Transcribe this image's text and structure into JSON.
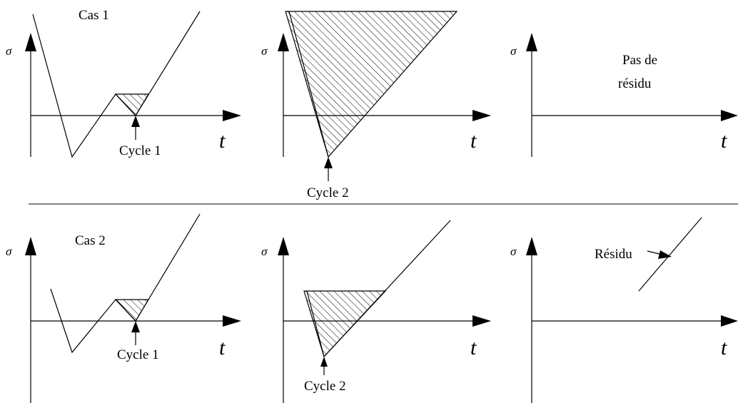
{
  "row1": {
    "case_label": "Cas 1",
    "panel1": {
      "cycle_label": "Cycle 1",
      "x_axis": "t",
      "y_axis": "σ"
    },
    "panel2": {
      "cycle_label": "Cycle 2",
      "x_axis": "t",
      "y_axis": "σ"
    },
    "panel3": {
      "note_line1": "Pas de",
      "note_line2": "résidu",
      "x_axis": "t",
      "y_axis": "σ"
    }
  },
  "row2": {
    "case_label": "Cas 2",
    "panel1": {
      "cycle_label": "Cycle 1",
      "x_axis": "t",
      "y_axis": "σ"
    },
    "panel2": {
      "cycle_label": "Cycle 2",
      "x_axis": "t",
      "y_axis": "σ"
    },
    "panel3": {
      "residue_label": "Résidu",
      "x_axis": "t",
      "y_axis": "σ"
    }
  }
}
